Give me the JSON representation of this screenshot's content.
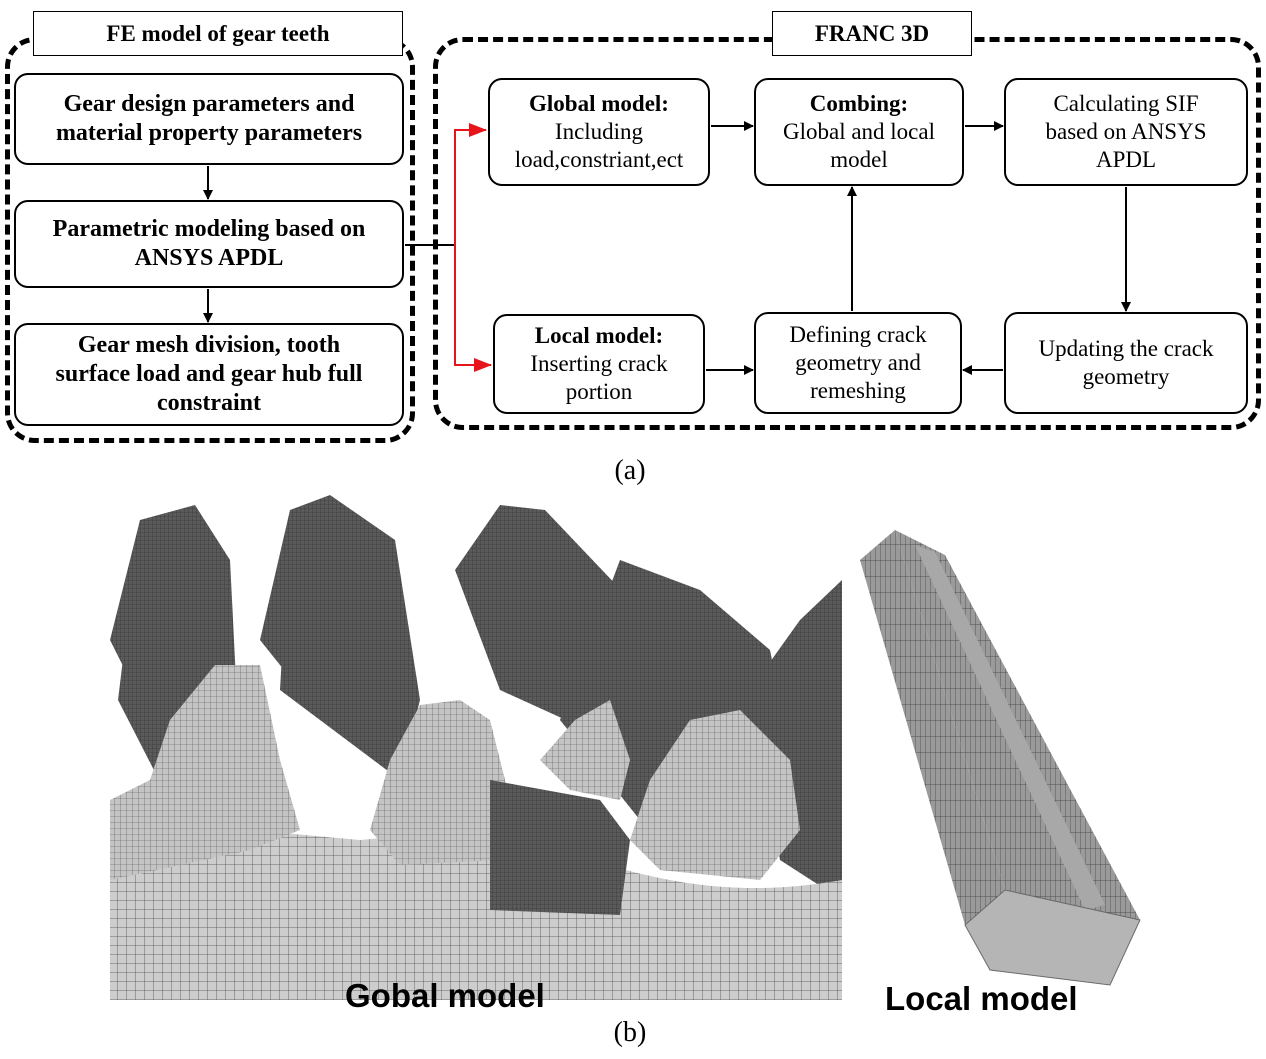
{
  "part_a": {
    "caption": "(a)",
    "fe_group": {
      "title": "FE model of gear teeth",
      "boxes": [
        {
          "lines": [
            "Gear design parameters and",
            "material property parameters"
          ]
        },
        {
          "lines": [
            "Parametric modeling  based on",
            "ANSYS APDL"
          ]
        },
        {
          "lines": [
            "Gear mesh division, tooth",
            "surface load and gear hub full",
            "constraint"
          ]
        }
      ]
    },
    "franc_group": {
      "title": "FRANC 3D",
      "global_model": {
        "head": "Global model:",
        "lines": [
          "Including",
          "load,constriant,ect"
        ]
      },
      "combing": {
        "head": "Combing:",
        "lines": [
          "Global and local",
          "model"
        ]
      },
      "calc_sif": {
        "lines": [
          "Calculating SIF",
          "based on ANSYS",
          "APDL"
        ]
      },
      "local_model": {
        "head": "Local model:",
        "lines": [
          "Inserting crack",
          "portion"
        ]
      },
      "defining": {
        "lines": [
          "Defining crack",
          "geometry and",
          "remeshing"
        ]
      },
      "updating": {
        "lines": [
          "Updating the crack",
          "geometry"
        ]
      }
    },
    "colors": {
      "link_arrow": "#e8141c",
      "flow_arrow": "#000000"
    }
  },
  "part_b": {
    "caption": "(b)",
    "global_label": "Gobal model",
    "local_label": "Local model",
    "colors": {
      "mesh_light": "#c9c9c9",
      "mesh_dark": "#5a5a5a",
      "local_face": "#b5b5b5"
    }
  }
}
